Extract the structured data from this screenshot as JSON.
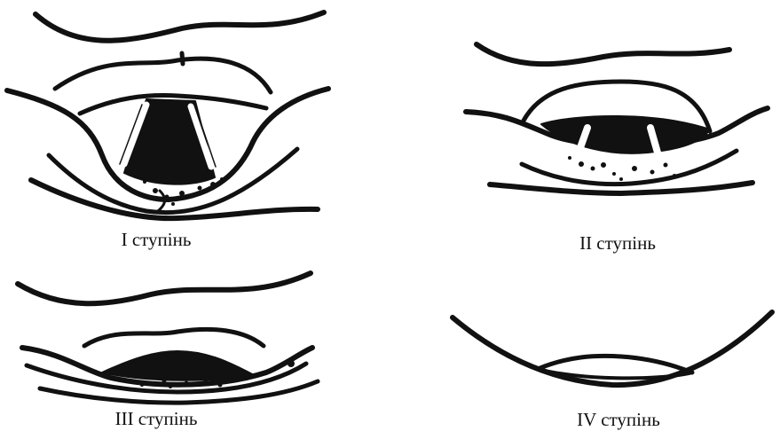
{
  "figure": {
    "panels": [
      {
        "caption": "I ступінь"
      },
      {
        "caption": "II ступінь"
      },
      {
        "caption": "III ступінь"
      },
      {
        "caption": "IV ступінь"
      }
    ],
    "colors": {
      "ink": "#111111",
      "background": "#ffffff"
    }
  }
}
